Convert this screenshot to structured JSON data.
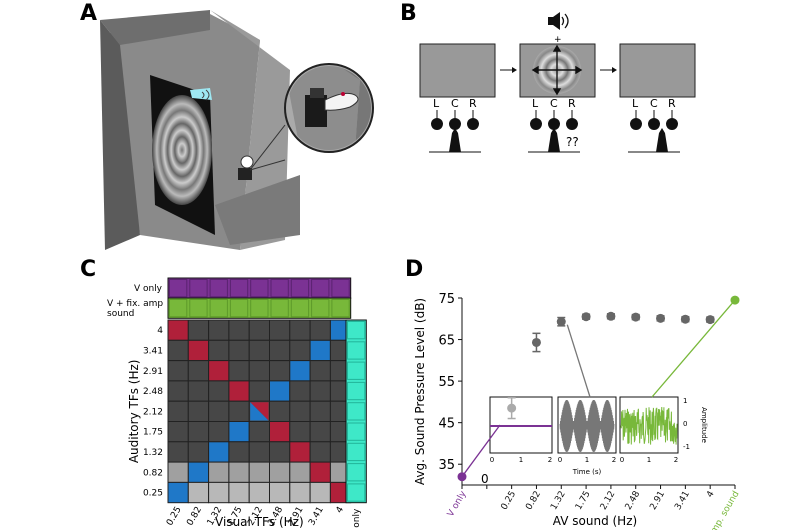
{
  "panels": {
    "A": "A",
    "B": "B",
    "C": "C",
    "D": "D"
  },
  "panel_b": {
    "choice_labels": [
      "L",
      "C",
      "R"
    ],
    "question": "??",
    "plus": "+"
  },
  "colors": {
    "purple": "#7b3294",
    "green": "#78b83a",
    "cyan": "#3ee8c8",
    "red": "#b0203a",
    "blue": "#1f78c8",
    "darkgray": "#474747",
    "lightgray": "#a0a0a0",
    "verylightgray": "#b8b8b8",
    "sound_gray": "#666666"
  },
  "chart_data": [
    {
      "type": "heatmap",
      "panel": "C",
      "xlabel": "Visual TFs (Hz)",
      "ylabel": "Auditory TFs (Hz)",
      "x_ticks": [
        "0.25",
        "0.82",
        "1.32",
        "1.75",
        "2.12",
        "2.48",
        "2.91",
        "3.41",
        "4"
      ],
      "y_ticks": [
        "4",
        "3.41",
        "2.91",
        "2.48",
        "2.12",
        "1.75",
        "1.32",
        "0.82",
        "0.25"
      ],
      "top_rows": [
        "V only",
        "V + fix. amp\nsound"
      ],
      "right_column": "A only",
      "legend": {
        "0": "darkgray",
        "1": "red",
        "2": "blue",
        "3": "lightgray",
        "4": "verylightgray",
        "5": "red-blue split"
      },
      "cells": [
        [
          1,
          0,
          0,
          0,
          0,
          0,
          0,
          0,
          2
        ],
        [
          0,
          1,
          0,
          0,
          0,
          0,
          0,
          2,
          0
        ],
        [
          0,
          0,
          1,
          0,
          0,
          0,
          2,
          0,
          0
        ],
        [
          0,
          0,
          0,
          1,
          0,
          2,
          0,
          0,
          0
        ],
        [
          0,
          0,
          0,
          0,
          5,
          0,
          0,
          0,
          0
        ],
        [
          0,
          0,
          0,
          2,
          0,
          1,
          0,
          0,
          0
        ],
        [
          0,
          0,
          2,
          0,
          0,
          0,
          1,
          0,
          0
        ],
        [
          3,
          2,
          3,
          3,
          3,
          3,
          3,
          1,
          3
        ],
        [
          2,
          4,
          4,
          4,
          4,
          4,
          4,
          4,
          1
        ]
      ]
    },
    {
      "type": "scatter",
      "panel": "D",
      "xlabel": "AV sound (Hz)",
      "ylabel": "Avg. Sound Pressure Level (dB)",
      "ylim": [
        30,
        75
      ],
      "yticks": [
        35,
        45,
        55,
        65,
        75
      ],
      "x_categories": [
        "V only",
        "0",
        "0.25",
        "0.82",
        "1.32",
        "1.75",
        "2.12",
        "2.48",
        "2.91",
        "3.41",
        "4",
        "Fix. amp. sound"
      ],
      "points": [
        {
          "x": "V only",
          "y": 32,
          "err": 0,
          "color": "purple"
        },
        {
          "x": "0.25",
          "y": 48.5,
          "err": 2.5,
          "color": "lightgray"
        },
        {
          "x": "0.82",
          "y": 64.3,
          "err": 2.2,
          "color": "gray"
        },
        {
          "x": "1.32",
          "y": 69.3,
          "err": 1,
          "color": "gray"
        },
        {
          "x": "1.75",
          "y": 70.5,
          "err": 0.6,
          "color": "gray"
        },
        {
          "x": "2.12",
          "y": 70.6,
          "err": 0.6,
          "color": "gray"
        },
        {
          "x": "2.48",
          "y": 70.4,
          "err": 0.6,
          "color": "gray"
        },
        {
          "x": "2.91",
          "y": 70.1,
          "err": 0.6,
          "color": "gray"
        },
        {
          "x": "3.41",
          "y": 69.9,
          "err": 0.6,
          "color": "gray"
        },
        {
          "x": "4",
          "y": 69.8,
          "err": 0.6,
          "color": "gray"
        },
        {
          "x": "Fix. amp. sound",
          "y": 74.5,
          "err": 0,
          "color": "green"
        }
      ],
      "inset": {
        "xlabel": "Time (s)",
        "ylabel": "Amplitude",
        "x_ticks": [
          "0",
          "1",
          "2"
        ],
        "y_ticks": [
          "1",
          "0",
          "-1"
        ]
      }
    }
  ]
}
